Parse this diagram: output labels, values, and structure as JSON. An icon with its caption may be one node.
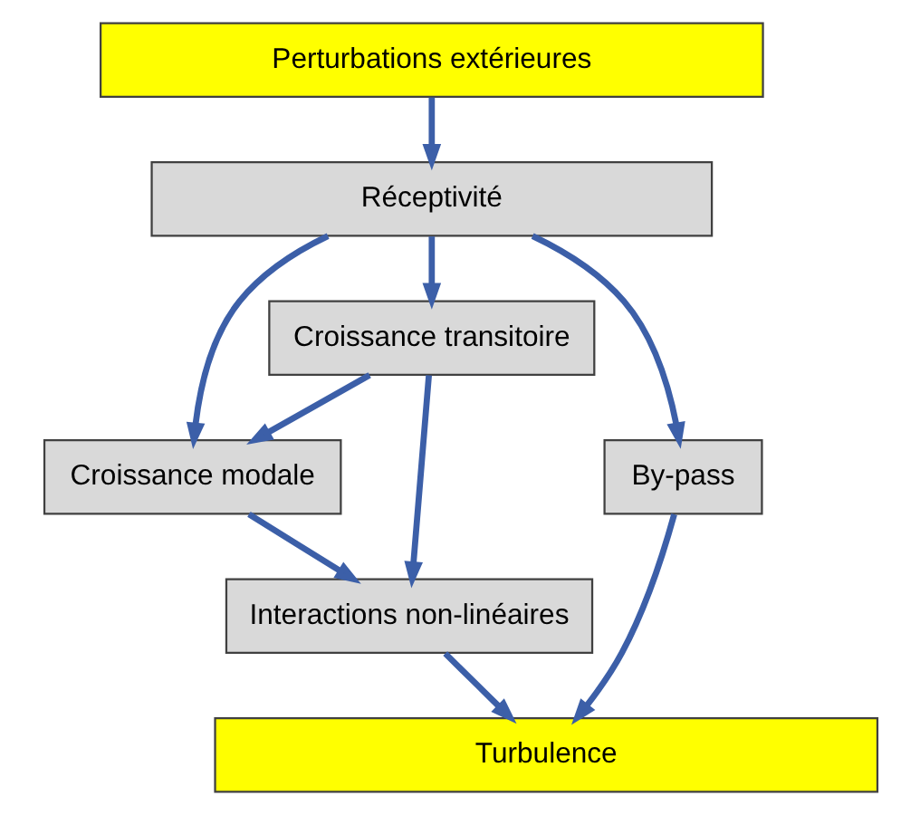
{
  "diagram": {
    "nodes": [
      {
        "text": [
          "Perturbations extérieures"
        ]
      },
      {
        "text": [
          "Réceptivité"
        ]
      },
      {
        "text": [
          "Croissance transitoire"
        ]
      },
      {
        "text": [
          "Croissance modale"
        ]
      },
      {
        "text": [
          "By-pass"
        ]
      },
      {
        "text": [
          "Interactions non-linéaires"
        ]
      },
      {
        "text": [
          "Turbulence"
        ]
      }
    ],
    "edges": [
      {
        "from": 0,
        "to": 1,
        "arrow": "to"
      },
      {
        "from": 1,
        "to": 3,
        "arrow": "to"
      },
      {
        "from": 1,
        "to": 2,
        "arrow": "to"
      },
      {
        "from": 1,
        "to": 4,
        "arrow": "to"
      },
      {
        "from": 2,
        "to": 3,
        "arrow": "to"
      },
      {
        "from": 2,
        "to": 5,
        "arrow": "to"
      },
      {
        "from": 3,
        "to": 5,
        "arrow": "to"
      },
      {
        "from": 5,
        "to": 6,
        "arrow": "to"
      },
      {
        "from": 4,
        "to": 6,
        "arrow": "to"
      }
    ]
  }
}
